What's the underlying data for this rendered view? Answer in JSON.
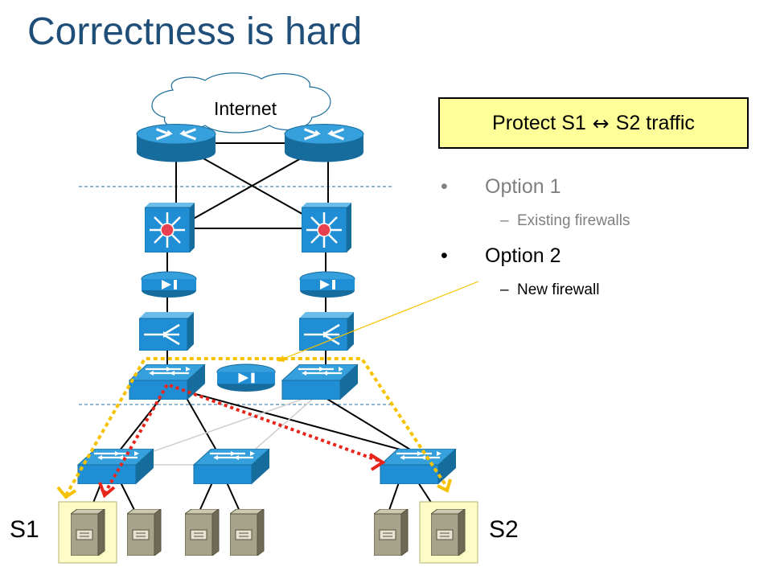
{
  "slide": {
    "title": "Correctness is hard"
  },
  "cloud": {
    "label": "Internet"
  },
  "callout": {
    "prefix": "Protect S1",
    "arrow": "↔",
    "suffix": "S2 traffic"
  },
  "bullets": [
    {
      "bullet": "•",
      "text": "Option 1",
      "sub_dash": "–",
      "sub_text": "Existing firewalls"
    },
    {
      "bullet": "•",
      "text": "Option 2",
      "sub_dash": "–",
      "sub_text": "New firewall"
    }
  ],
  "hosts": {
    "left_label": "S1",
    "right_label": "S2"
  },
  "colors": {
    "title": "#1f4e79",
    "device": "#1f8ed4",
    "callout_bg": "#ffff99",
    "path_attack": "#e8251b",
    "path_fw": "#f6c200",
    "host_fill": "#fdfcc6"
  },
  "icons": {
    "router": "router-icon",
    "l3switch": "multilayer-switch-icon",
    "firewall": "firewall-icon",
    "loadbalancer": "load-balancer-icon",
    "switch": "switch-icon",
    "server": "server-icon"
  }
}
